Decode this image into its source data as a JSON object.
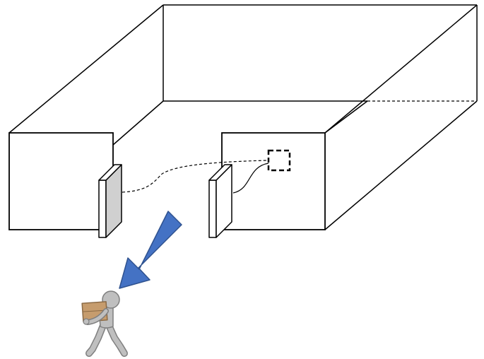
{
  "diagram": {
    "colors": {
      "background": "#ffffff",
      "outline": "#000000",
      "left_panel_fill": "#d0d0d0",
      "right_panel_fill": "#ffffff",
      "arrow_fill": "#4472c4",
      "arrow_stroke": "#2f528f",
      "person_fill": "#bfbfbf",
      "person_stroke": "#7f7f7f",
      "box_fill": "#c69c6d",
      "box_stroke": "#8b6a45"
    },
    "elements": {
      "room": "3d-box-outline",
      "left_wall_block": "rectangle",
      "right_wall_block": "rectangle",
      "left_door": "door-panel-shaded",
      "right_door": "door-panel-white",
      "target_marker": "dashed-square",
      "path": "dashed-curve",
      "connector": "solid-curve",
      "direction_arrow": "arrow-icon",
      "walker": "person-carrying-box-icon"
    }
  }
}
